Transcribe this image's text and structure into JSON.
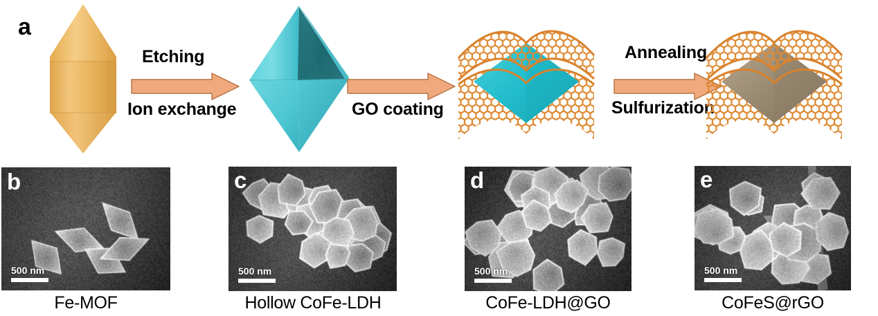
{
  "figure": {
    "panel_a_letter": "a",
    "background_color": "#ffffff"
  },
  "schematic": {
    "steps": [
      {
        "id": "fe-mof",
        "name": "Fe-MOF crystal",
        "shape": "hexagonal-bipyramid",
        "color": "#ebb75f",
        "color_light": "#f3cb87",
        "color_dark": "#d79f45"
      },
      {
        "id": "hollow-cofe-ldh",
        "name": "Hollow CoFe-LDH",
        "shape": "hollow-bipyramid",
        "color": "#4cc8d4",
        "color_light": "#6fd8e0",
        "color_dark": "#2f8e99",
        "cavity_color": "#1f6b72"
      },
      {
        "id": "cofe-ldh-go",
        "name": "CoFe-LDH@GO",
        "shape": "octahedron-in-graphene-mesh",
        "core_color": "#29c2cf",
        "mesh_color": "#e08a33"
      },
      {
        "id": "cofes-rgo",
        "name": "CoFeS@rGO",
        "shape": "octahedron-in-graphene-mesh",
        "core_color": "#9b8a74",
        "mesh_color": "#e08a33"
      }
    ],
    "arrows": [
      {
        "id": "arrow-1",
        "label_top": "Etching",
        "label_bottom": "Ion exchange",
        "fill": "#f0a97d",
        "stroke": "#b5703f"
      },
      {
        "id": "arrow-2",
        "label_top": "",
        "label_bottom": "GO coating",
        "fill": "#f0a97d",
        "stroke": "#b5703f"
      },
      {
        "id": "arrow-3",
        "label_top": "Annealing",
        "label_bottom": "Sulfurization",
        "fill": "#f0a97d",
        "stroke": "#b5703f"
      }
    ]
  },
  "sem_panels": [
    {
      "letter": "b",
      "caption": "Fe-MOF",
      "scalebar": "500 nm",
      "seed": 11,
      "particle_style": "rhombic-plates",
      "bg": "#4a4a4a"
    },
    {
      "letter": "c",
      "caption": "Hollow CoFe-LDH",
      "scalebar": "500 nm",
      "seed": 27,
      "particle_style": "polyhedra-cluster",
      "bg": "#3f3f3f"
    },
    {
      "letter": "d",
      "caption": "CoFe-LDH@GO",
      "scalebar": "500 nm",
      "seed": 43,
      "particle_style": "polyhedra-coated",
      "bg": "#303030"
    },
    {
      "letter": "e",
      "caption": "CoFeS@rGO",
      "scalebar": "500 nm",
      "seed": 61,
      "particle_style": "polyhedra-with-sheets",
      "bg": "#3a3a3a"
    }
  ]
}
